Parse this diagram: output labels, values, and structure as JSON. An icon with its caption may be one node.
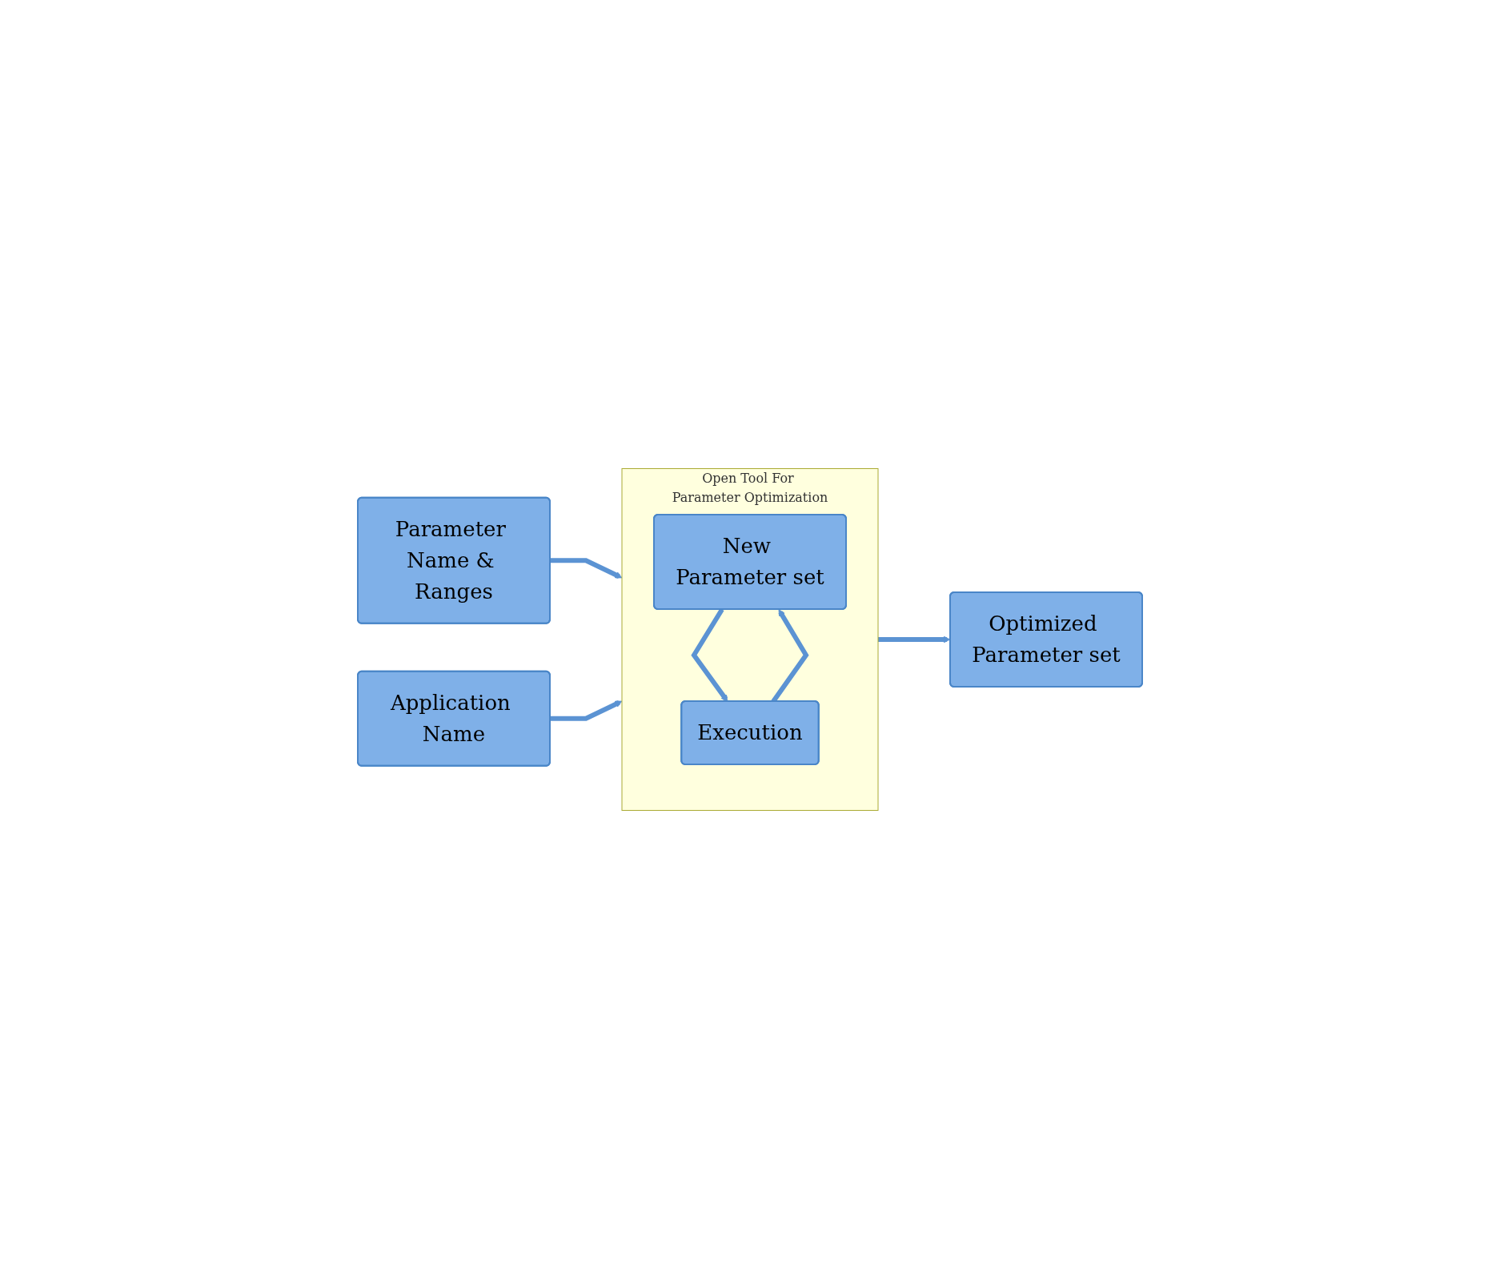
{
  "diagram": {
    "nodes": [
      {
        "text": [
          "Parameter Name & Ranges"
        ]
      },
      {
        "text": [
          "Application Name"
        ]
      },
      {
        "text": [
          "Open Tool For Parameter Optimization"
        ]
      },
      {
        "text": [
          "New Parameter set"
        ],
        "in": 2
      },
      {
        "text": [
          "Execution"
        ],
        "in": 2
      },
      {
        "text": [
          "Optimized Parameter set"
        ]
      }
    ],
    "edges": [
      {
        "from": 0,
        "to": 2,
        "arrow": "to"
      },
      {
        "from": 1,
        "to": 2,
        "arrow": "to"
      },
      {
        "from": 3,
        "to": 4,
        "arrow": "to"
      },
      {
        "from": 4,
        "to": 3,
        "arrow": "to"
      },
      {
        "from": 2,
        "to": 5,
        "arrow": "to"
      }
    ]
  }
}
